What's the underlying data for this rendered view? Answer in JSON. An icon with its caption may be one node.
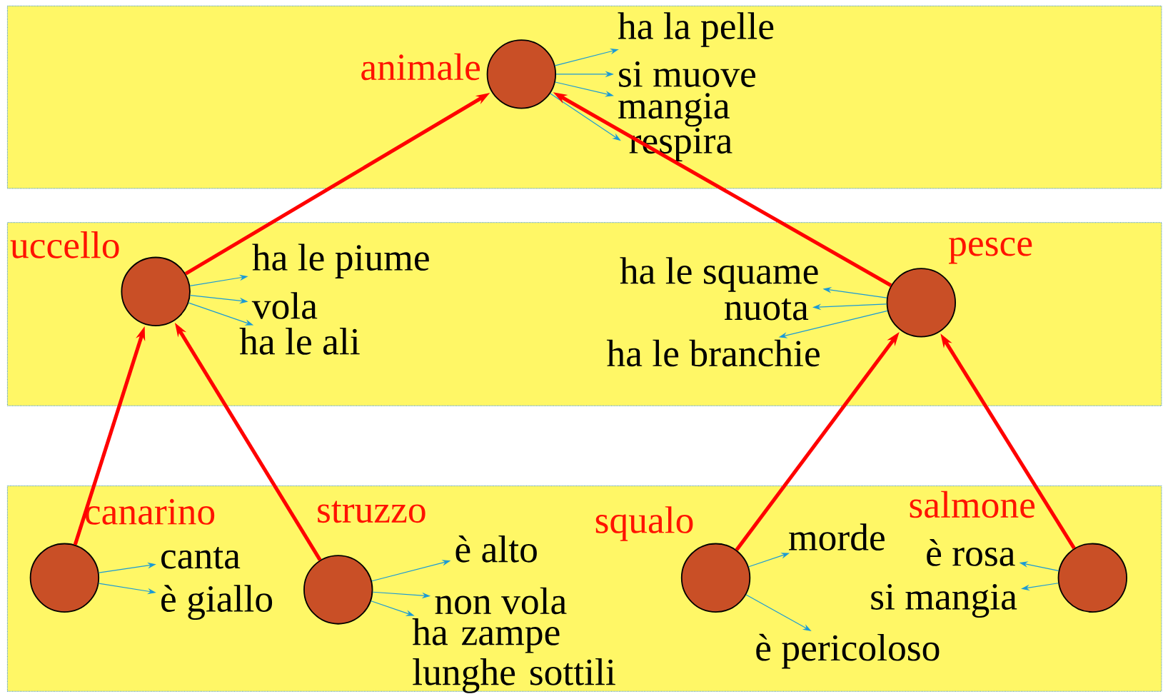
{
  "diagram": {
    "nodes": [
      {
        "text": [],
        "shape": "band"
      },
      {
        "text": [
          "animale"
        ],
        "in": 0
      },
      {
        "text": [
          "ha la pelle"
        ],
        "in": 0
      },
      {
        "text": [
          "si muove"
        ],
        "in": 0
      },
      {
        "text": [
          "mangia"
        ],
        "in": 0
      },
      {
        "text": [
          "respira"
        ],
        "in": 0
      },
      {
        "text": [],
        "shape": "band"
      },
      {
        "text": [
          "uccello"
        ],
        "in": 6
      },
      {
        "text": [
          "ha le piume"
        ],
        "in": 6
      },
      {
        "text": [
          "vola"
        ],
        "in": 6
      },
      {
        "text": [
          "ha le ali"
        ],
        "in": 6
      },
      {
        "text": [
          "pesce"
        ],
        "in": 6
      },
      {
        "text": [
          "ha le squame"
        ],
        "in": 6
      },
      {
        "text": [
          "nuota"
        ],
        "in": 6
      },
      {
        "text": [
          "ha le branchie"
        ],
        "in": 6
      },
      {
        "text": [],
        "shape": "band"
      },
      {
        "text": [
          "canarino"
        ],
        "in": 15
      },
      {
        "text": [
          "canta"
        ],
        "in": 15
      },
      {
        "text": [
          "è giallo"
        ],
        "in": 15
      },
      {
        "text": [
          "struzzo"
        ],
        "in": 15
      },
      {
        "text": [
          "è alto"
        ],
        "in": 15
      },
      {
        "text": [
          "non vola"
        ],
        "in": 15
      },
      {
        "text": [
          "ha zampe lunghe sottili"
        ],
        "in": 15
      },
      {
        "text": [
          "squalo"
        ],
        "in": 15
      },
      {
        "text": [
          "morde"
        ],
        "in": 15
      },
      {
        "text": [
          "è pericoloso"
        ],
        "in": 15
      },
      {
        "text": [
          "salmone"
        ],
        "in": 15
      },
      {
        "text": [
          "è rosa"
        ],
        "in": 15
      },
      {
        "text": [
          "si mangia"
        ],
        "in": 15
      }
    ],
    "edges": [
      {
        "from": 1,
        "to": 2,
        "arrow": "to"
      },
      {
        "from": 1,
        "to": 3,
        "arrow": "to"
      },
      {
        "from": 1,
        "to": 4,
        "arrow": "to"
      },
      {
        "from": 1,
        "to": 5,
        "arrow": "to"
      },
      {
        "from": 7,
        "to": 1,
        "arrow": "to",
        "style": "thick",
        "color": "#ff0000"
      },
      {
        "from": 7,
        "to": 8,
        "arrow": "to"
      },
      {
        "from": 7,
        "to": 9,
        "arrow": "to"
      },
      {
        "from": 7,
        "to": 10,
        "arrow": "to"
      },
      {
        "from": 11,
        "to": 1,
        "arrow": "to",
        "style": "thick",
        "color": "#ff0000"
      },
      {
        "from": 11,
        "to": 12,
        "arrow": "to"
      },
      {
        "from": 11,
        "to": 13,
        "arrow": "to"
      },
      {
        "from": 11,
        "to": 14,
        "arrow": "to"
      },
      {
        "from": 16,
        "to": 7,
        "arrow": "to",
        "style": "thick",
        "color": "#ff0000"
      },
      {
        "from": 16,
        "to": 17,
        "arrow": "to"
      },
      {
        "from": 16,
        "to": 18,
        "arrow": "to"
      },
      {
        "from": 19,
        "to": 7,
        "arrow": "to",
        "style": "thick",
        "color": "#ff0000"
      },
      {
        "from": 19,
        "to": 20,
        "arrow": "to"
      },
      {
        "from": 19,
        "to": 21,
        "arrow": "to"
      },
      {
        "from": 19,
        "to": 22,
        "arrow": "to"
      },
      {
        "from": 23,
        "to": 11,
        "arrow": "to",
        "style": "thick",
        "color": "#ff0000"
      },
      {
        "from": 23,
        "to": 24,
        "arrow": "to"
      },
      {
        "from": 23,
        "to": 25,
        "arrow": "to"
      },
      {
        "from": 26,
        "to": 11,
        "arrow": "to",
        "style": "thick",
        "color": "#ff0000"
      },
      {
        "from": 26,
        "to": 27,
        "arrow": "to"
      },
      {
        "from": 26,
        "to": 28,
        "arrow": "to"
      }
    ]
  }
}
